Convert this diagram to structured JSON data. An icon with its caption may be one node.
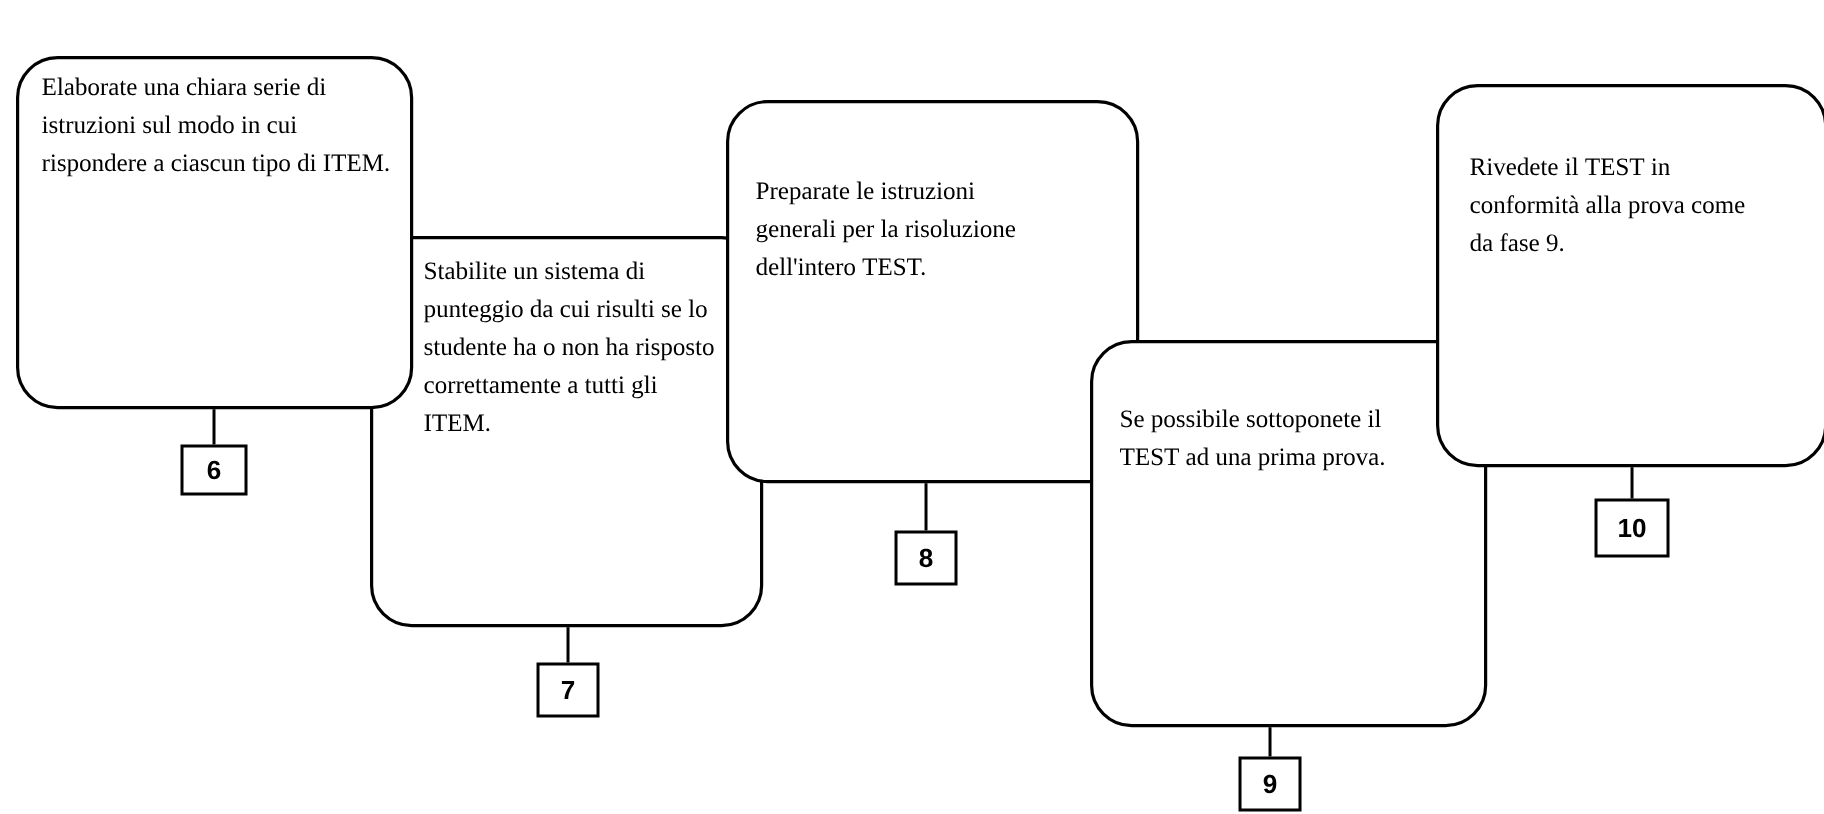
{
  "diagram": {
    "nodes": [
      {
        "text": [
          "Elaborate una chiara serie di istruzioni sul modo in cui rispondere a ciascun tipo di ITEM."
        ]
      },
      {
        "text": [
          "6"
        ]
      },
      {
        "text": [
          "Stabilite un sistema di punteggio da cui risulti se lo studente ha o non ha risposto correttamente a tutti gli ITEM."
        ]
      },
      {
        "text": [
          "7"
        ]
      },
      {
        "text": [
          "Preparate le istruzioni generali per la risoluzione dell'intero TEST."
        ]
      },
      {
        "text": [
          "8"
        ]
      },
      {
        "text": [
          "Se possibile sottoponete il TEST ad una prima prova."
        ]
      },
      {
        "text": [
          "9"
        ]
      },
      {
        "text": [
          "Rivedete il TEST in conformità alla prova come da fase 9."
        ]
      },
      {
        "text": [
          "10"
        ]
      }
    ],
    "edges": [
      {
        "from": 0,
        "to": 1,
        "arrow": "none"
      },
      {
        "from": 2,
        "to": 3,
        "arrow": "none"
      },
      {
        "from": 4,
        "to": 5,
        "arrow": "none"
      },
      {
        "from": 6,
        "to": 7,
        "arrow": "none"
      },
      {
        "from": 8,
        "to": 9,
        "arrow": "none"
      }
    ]
  }
}
